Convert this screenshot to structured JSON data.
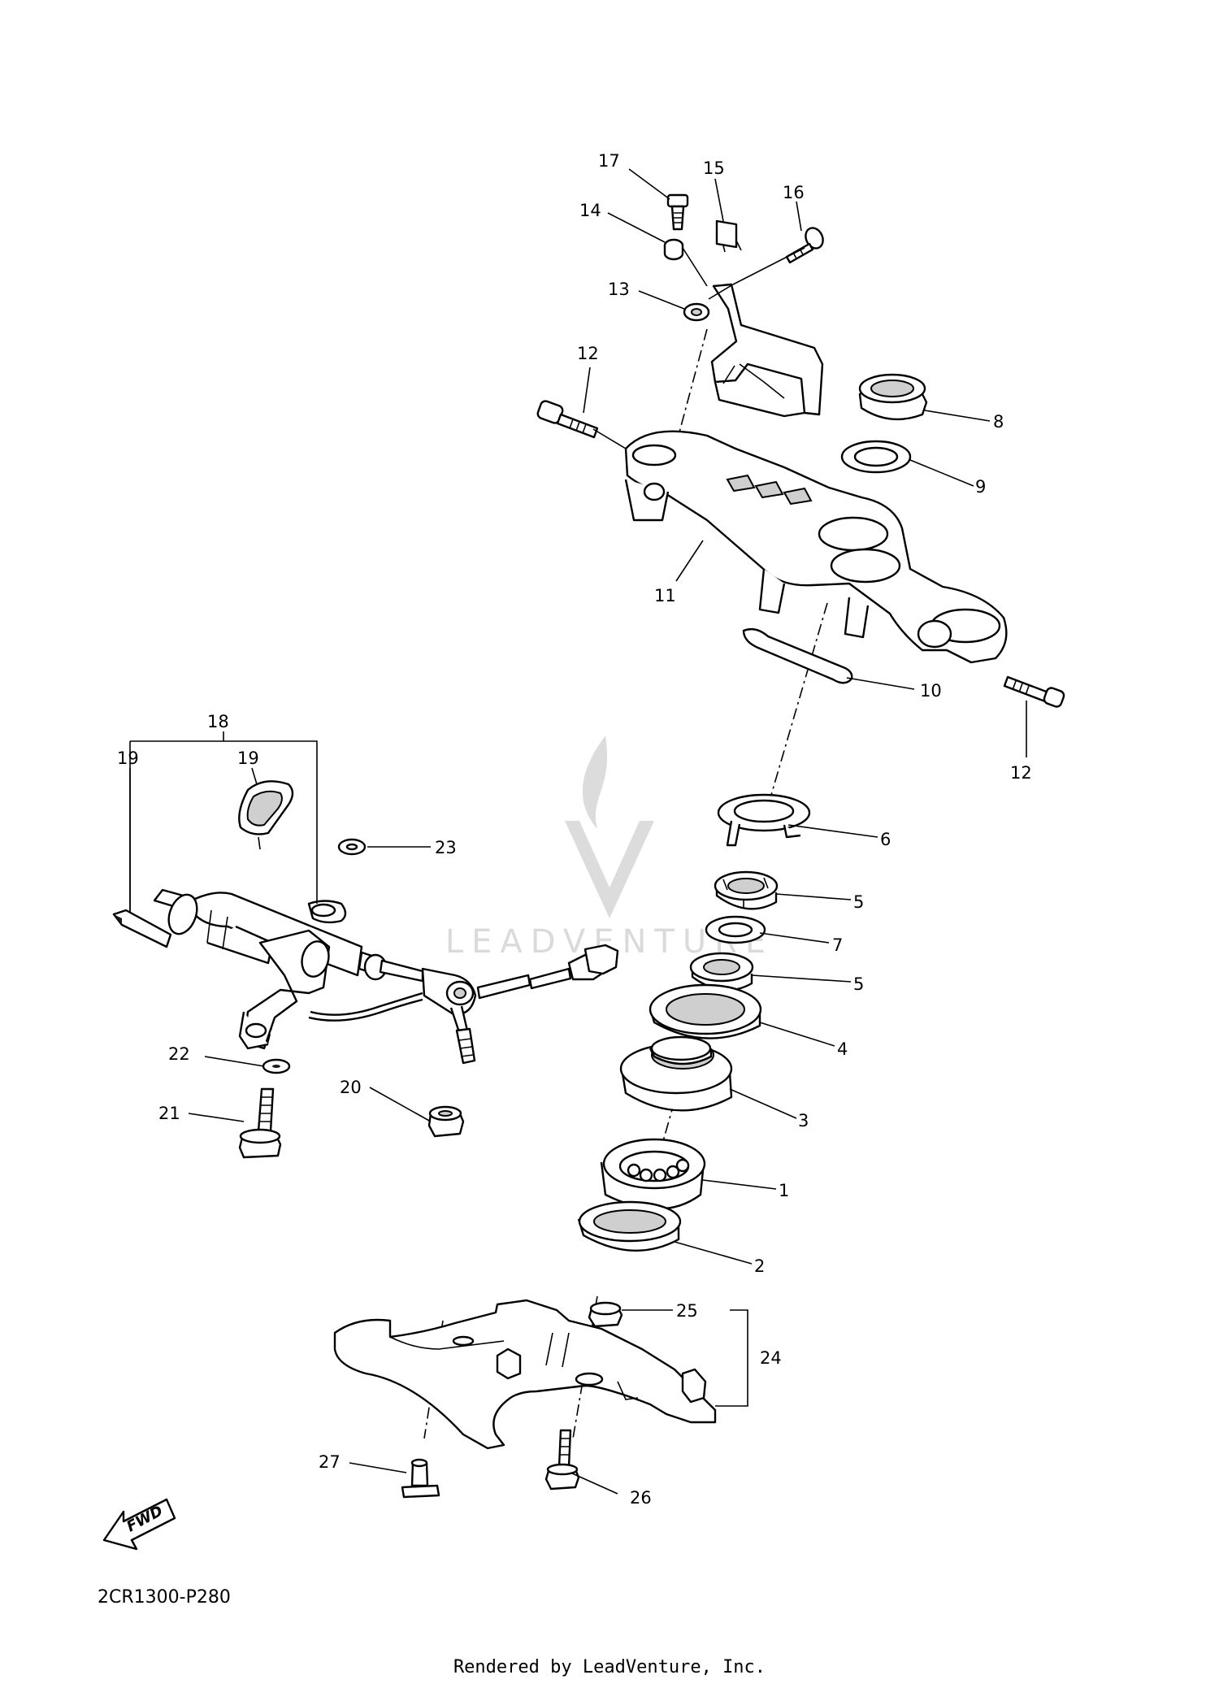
{
  "diagram": {
    "code": "2CR1300-P280",
    "fwd_label": "FWD",
    "footer": "Rendered by LeadVenture, Inc.",
    "watermark": "LEADVENTURE",
    "callouts": [
      {
        "id": "17",
        "label": "17"
      },
      {
        "id": "15",
        "label": "15"
      },
      {
        "id": "16",
        "label": "16"
      },
      {
        "id": "14",
        "label": "14"
      },
      {
        "id": "13",
        "label": "13"
      },
      {
        "id": "12a",
        "label": "12"
      },
      {
        "id": "8",
        "label": "8"
      },
      {
        "id": "9",
        "label": "9"
      },
      {
        "id": "11",
        "label": "11"
      },
      {
        "id": "10",
        "label": "10"
      },
      {
        "id": "12b",
        "label": "12"
      },
      {
        "id": "18",
        "label": "18"
      },
      {
        "id": "19a",
        "label": "19"
      },
      {
        "id": "19b",
        "label": "19"
      },
      {
        "id": "23",
        "label": "23"
      },
      {
        "id": "6",
        "label": "6"
      },
      {
        "id": "5a",
        "label": "5"
      },
      {
        "id": "7",
        "label": "7"
      },
      {
        "id": "5b",
        "label": "5"
      },
      {
        "id": "4",
        "label": "4"
      },
      {
        "id": "22",
        "label": "22"
      },
      {
        "id": "3",
        "label": "3"
      },
      {
        "id": "20",
        "label": "20"
      },
      {
        "id": "21",
        "label": "21"
      },
      {
        "id": "1",
        "label": "1"
      },
      {
        "id": "2",
        "label": "2"
      },
      {
        "id": "25",
        "label": "25"
      },
      {
        "id": "24",
        "label": "24"
      },
      {
        "id": "27",
        "label": "27"
      },
      {
        "id": "26",
        "label": "26"
      }
    ]
  }
}
